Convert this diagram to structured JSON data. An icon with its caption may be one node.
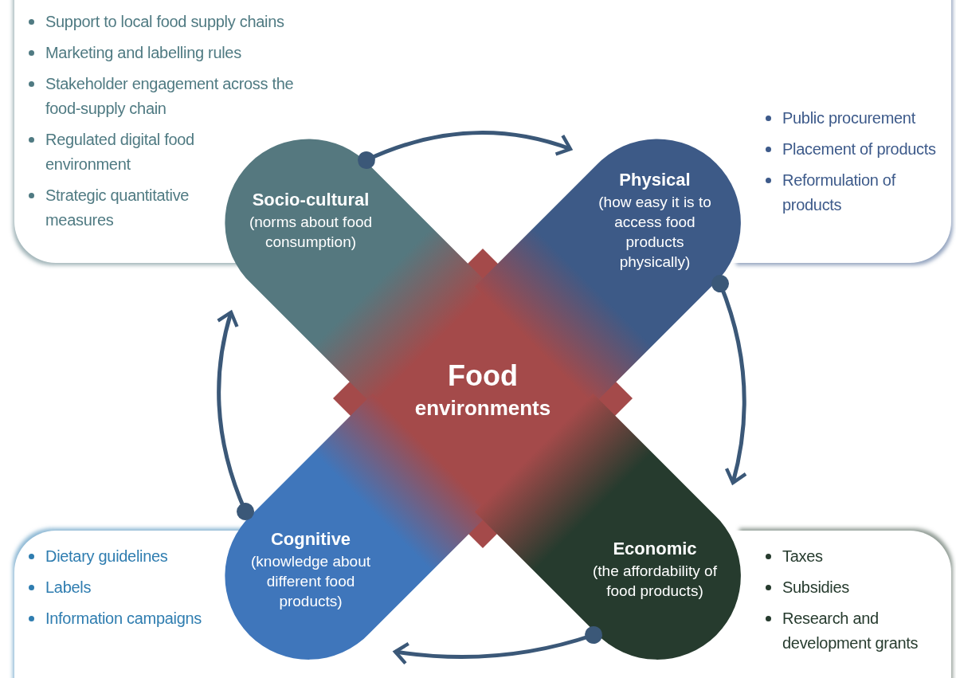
{
  "diagram": {
    "nodes": [
      {
        "text": [
          "Support to local food supply chains",
          "Marketing and labelling rules",
          "Stakeholder engagement across the food-supply chain",
          "Regulated digital food environment",
          "Strategic quantitative measures"
        ]
      },
      {
        "text": [
          "Public procurement",
          "Placement of products",
          "Reformulation of products"
        ]
      },
      {
        "text": [
          "Socio-cultural",
          "(norms about food consumption)"
        ]
      },
      {
        "text": [
          "Physical",
          "(how easy it is to access food products physically)"
        ]
      },
      {
        "text": [
          "Food",
          "environments"
        ]
      },
      {
        "text": [
          "Cognitive",
          "(knowledge about different food products)"
        ]
      },
      {
        "text": [
          "Economic",
          "(the affordability of food products)"
        ]
      },
      {
        "text": [
          "Dietary guidelines",
          "Labels",
          "Information campaigns"
        ]
      },
      {
        "text": [
          "Taxes",
          "Subsidies",
          "Research and development grants"
        ]
      }
    ],
    "edges": [
      {
        "from": 2,
        "to": 3,
        "arrow": "to"
      },
      {
        "from": 3,
        "to": 6,
        "arrow": "to"
      },
      {
        "from": 6,
        "to": 5,
        "arrow": "to"
      },
      {
        "from": 5,
        "to": 2,
        "arrow": "to"
      }
    ]
  }
}
